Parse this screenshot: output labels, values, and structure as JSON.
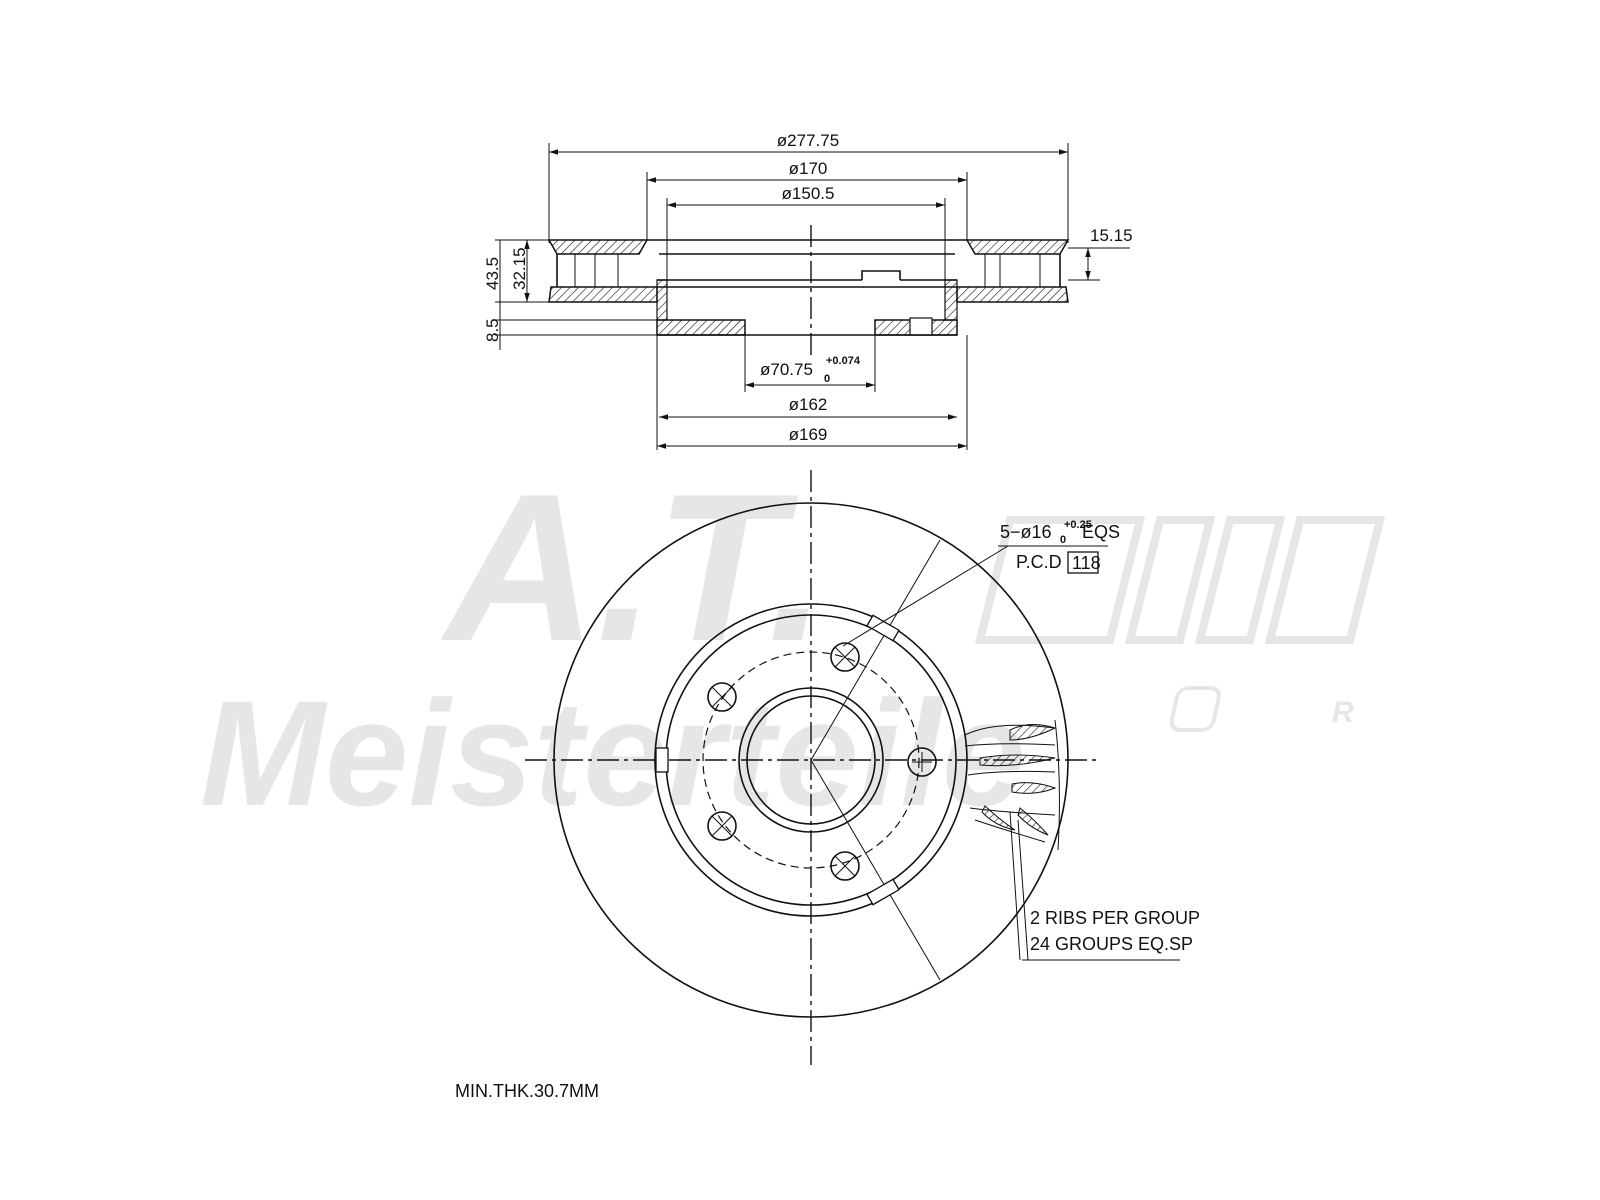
{
  "watermark": {
    "logo_text": "A.T.",
    "brand_text": "Meisterteile",
    "registered_mark": "R"
  },
  "dimensions": {
    "outer_diameter": "ø277.75",
    "d170": "ø170",
    "d150_5": "ø150.5",
    "thickness_15_15": "15.15",
    "height_43_5": "43.5",
    "height_32_15": "32.15",
    "height_8_5": "8.5",
    "center_bore_base": "ø70.75",
    "center_bore_tol_upper": "+0.074",
    "center_bore_tol_lower": "0",
    "d162": "ø162",
    "d169": "ø169"
  },
  "annotations": {
    "bolt_holes_prefix": "5−ø16",
    "bolt_holes_tol_upper": "+0.25",
    "bolt_holes_tol_lower": "0",
    "bolt_holes_suffix": "EQS",
    "pcd_label": "P.C.D",
    "pcd_value": "118",
    "ribs_line1": "2 RIBS PER GROUP",
    "ribs_line2": "24 GROUPS EQ.SP",
    "min_thickness": "MIN.THK.30.7MM"
  }
}
